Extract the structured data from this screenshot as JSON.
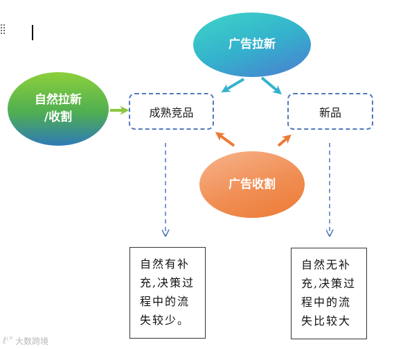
{
  "nodes": {
    "ad_new": "广告拉新",
    "natural_line1": "自然拉新",
    "natural_line2": "/收割",
    "ad_harvest": "广告收割",
    "mature": "成熟竞品",
    "new_product": "新品"
  },
  "notes": {
    "left": [
      "自然有补",
      "充,决策过",
      "程中的流",
      "失较少。"
    ],
    "right": [
      "自然无补",
      "充,决策过",
      "程中的流",
      "失比较大"
    ]
  },
  "watermark": {
    "logo": "ℓ⁽°",
    "text": "大数跨境"
  },
  "colors": {
    "arrow_green": "#8cc63f",
    "arrow_teal": "#34b3cc",
    "arrow_orange": "#ec7a34",
    "dashed_blue": "#4f77bd"
  }
}
